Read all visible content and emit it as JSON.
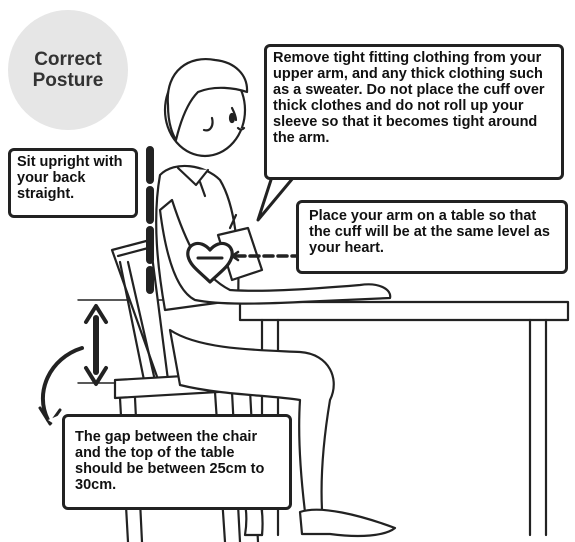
{
  "badge": {
    "line1": "Correct",
    "line2": "Posture"
  },
  "callouts": {
    "clothing": "Remove tight fitting clothing from your upper arm, and any thick clothing such as a sweater. Do not place the cuff over thick clothes and do not roll up your sleeve so that it becomes tight around the arm.",
    "back": "Sit upright with your back straight.",
    "arm": "Place your arm on a table so that the cuff will be at the same level as your heart.",
    "gap": "The gap between the chair and the top of the table should be between 25cm to 30cm."
  },
  "colors": {
    "outline": "#222222",
    "badge": "#e6e6e6",
    "background": "#ffffff"
  },
  "icons": [
    "heart-icon",
    "double-arrow-icon",
    "curved-arrow-icon"
  ]
}
